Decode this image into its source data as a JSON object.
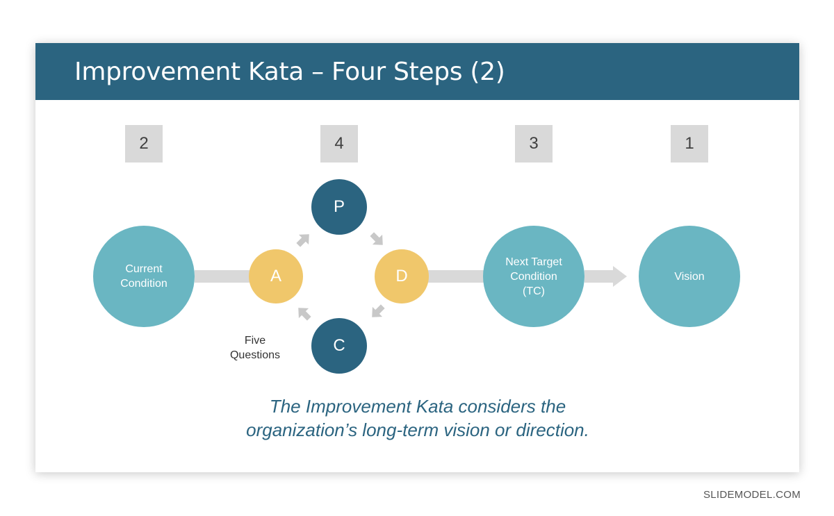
{
  "slide": {
    "title": "Improvement Kata – Four Steps (2)",
    "caption": "The Improvement  Kata considers the\norganization’s long-term vision or direction."
  },
  "steps": {
    "current": "2",
    "pdca": "4",
    "target": "3",
    "vision": "1"
  },
  "nodes": {
    "current_condition": "Current\nCondition",
    "plan": "P",
    "do": "D",
    "check": "C",
    "act": "A",
    "next_target": "Next Target\nCondition\n(TC)",
    "vision": "Vision"
  },
  "labels": {
    "five_questions": "Five\nQuestions"
  },
  "watermark": "SLIDEMODEL.COM",
  "colors": {
    "header": "#2b6480",
    "teal": "#6ab6c2",
    "dark_blue": "#2b6480",
    "gold": "#f0c76b",
    "gray": "#d9d9d9"
  }
}
